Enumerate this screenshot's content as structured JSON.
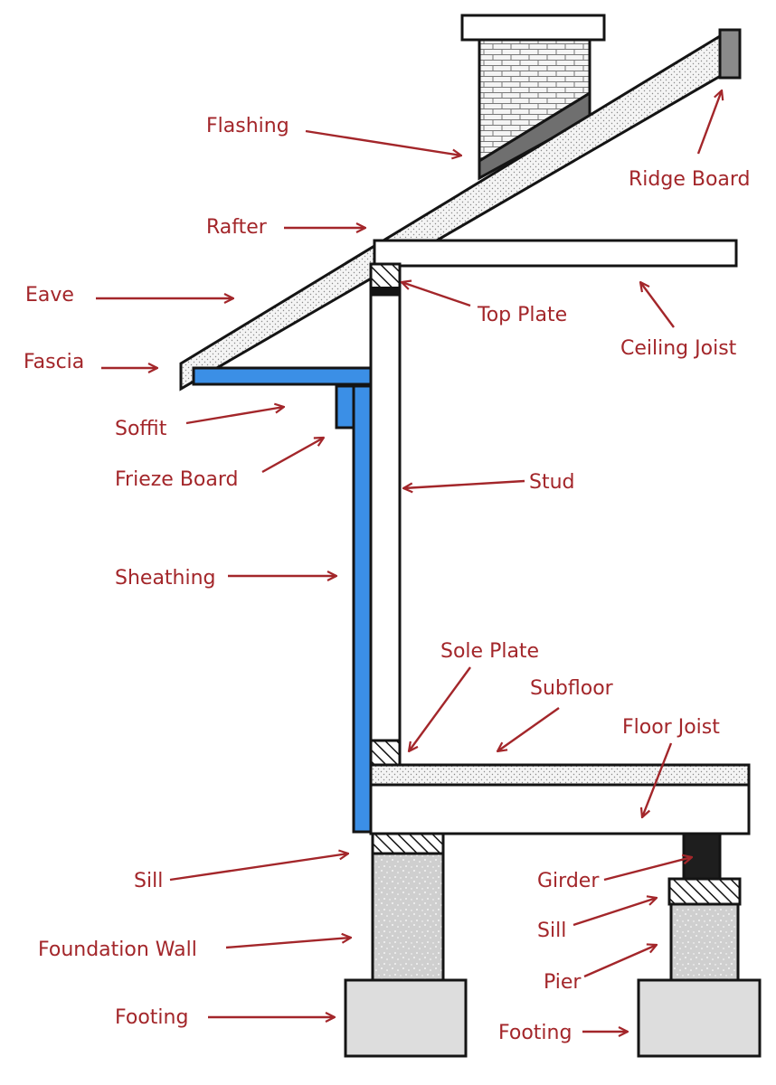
{
  "labels": {
    "flashing": "Flashing",
    "ridge_board": "Ridge Board",
    "rafter": "Rafter",
    "eave": "Eave",
    "top_plate": "Top Plate",
    "ceiling_joist": "Ceiling Joist",
    "fascia": "Fascia",
    "soffit": "Soffit",
    "frieze_board": "Frieze Board",
    "stud": "Stud",
    "sheathing": "Sheathing",
    "sole_plate": "Sole Plate",
    "subfloor": "Subfloor",
    "floor_joist": "Floor Joist",
    "sill_left": "Sill",
    "girder": "Girder",
    "sill_right": "Sill",
    "foundation_wall": "Foundation Wall",
    "pier": "Pier",
    "footing_left": "Footing",
    "footing_right": "Footing"
  },
  "colors": {
    "label": "#a3262a",
    "outline": "#141414",
    "sheathing": "#3b8fe6",
    "flashing": "#6f6f6f",
    "concrete": "#cfcfcf",
    "footing": "#dddddd",
    "girder": "#1e1e1e",
    "ridge_board": "#8a8a8a"
  }
}
